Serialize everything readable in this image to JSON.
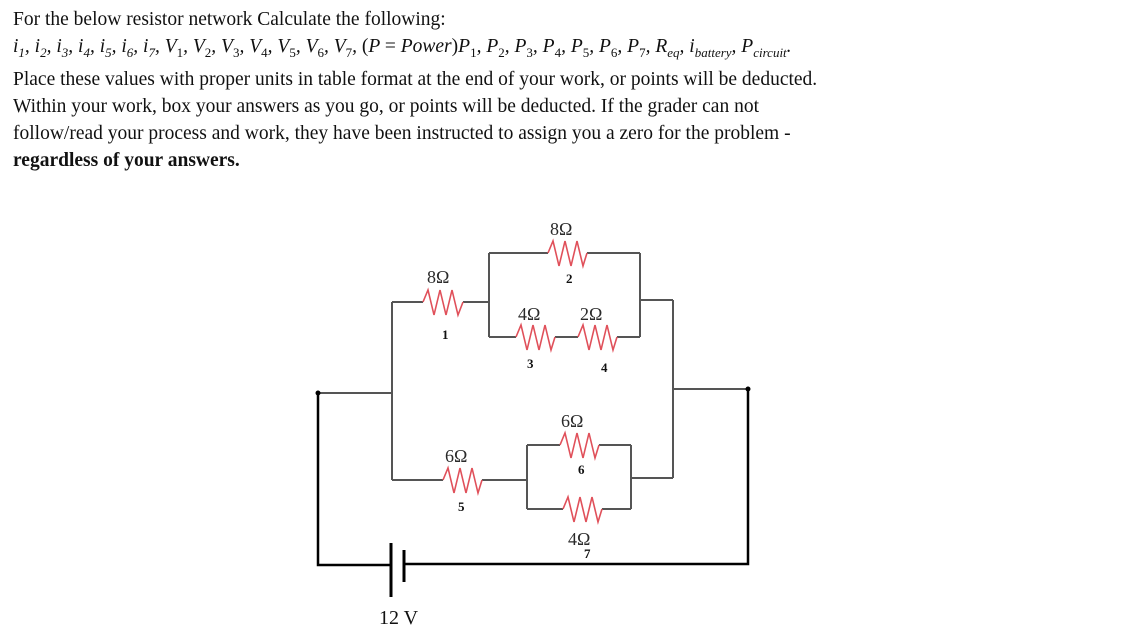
{
  "problem": {
    "line1": "For the below resistor network Calculate the following:",
    "variables": "i₁, i₂, i₃, i₄, i₅, i₆, i₇, V₁, V₂, V₃, V₄, V₅, V₆, V₇, (P = Power)P₁, P₂, P₃, P₄, P₅, P₆, P₇, R_eq, i_battery, P_circuit.",
    "line3": "Place these values with proper units in table format at the end of your work, or points will be deducted.",
    "line4": "Within your work, box your answers as you go, or points will be deducted. If the grader can not",
    "line5": "follow/read your process and work, they have been instructed to assign you a zero for the problem -",
    "line6": "regardless of your answers."
  },
  "circuit": {
    "resistor_color": "#e0505a",
    "battery_label": "12 V",
    "resistors": [
      {
        "id": "1",
        "value": "8Ω"
      },
      {
        "id": "2",
        "value": "8Ω"
      },
      {
        "id": "3",
        "value": "4Ω"
      },
      {
        "id": "4",
        "value": "2Ω"
      },
      {
        "id": "5",
        "value": "6Ω"
      },
      {
        "id": "6",
        "value": "6Ω"
      },
      {
        "id": "7",
        "value": "4Ω"
      }
    ]
  }
}
